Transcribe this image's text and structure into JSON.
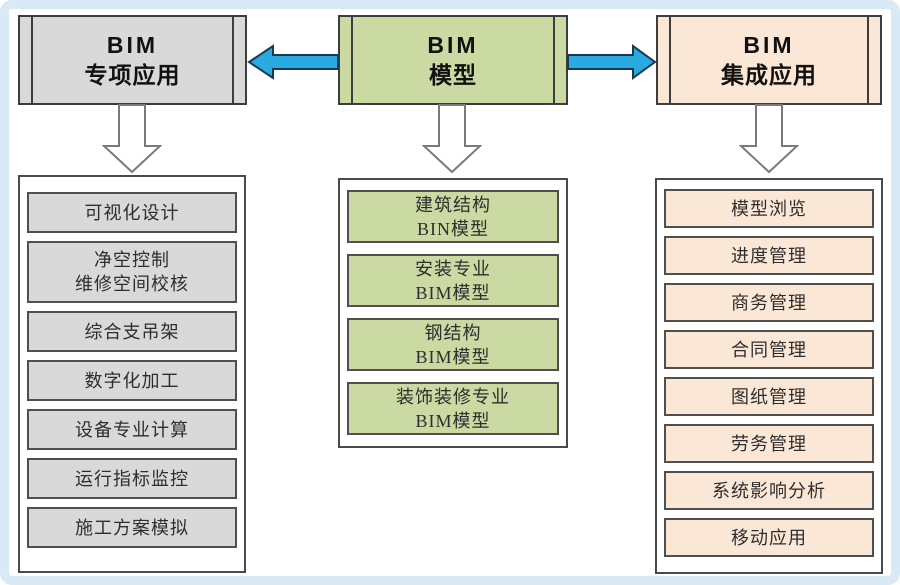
{
  "diagram": {
    "left": {
      "header": [
        "BIM",
        "专项应用"
      ],
      "items": [
        [
          "可视化设计"
        ],
        [
          "净空控制",
          "维修空间校核"
        ],
        [
          "综合支吊架"
        ],
        [
          "数字化加工"
        ],
        [
          "设备专业计算"
        ],
        [
          "运行指标监控"
        ],
        [
          "施工方案模拟"
        ]
      ]
    },
    "center": {
      "header": [
        "BIM",
        "模型"
      ],
      "items": [
        [
          "建筑结构",
          "BIN模型"
        ],
        [
          "安装专业",
          "BIM模型"
        ],
        [
          "钢结构",
          "BIM模型"
        ],
        [
          "装饰装修专业",
          "BIM模型"
        ]
      ]
    },
    "right": {
      "header": [
        "BIM",
        "集成应用"
      ],
      "items": [
        [
          "模型浏览"
        ],
        [
          "进度管理"
        ],
        [
          "商务管理"
        ],
        [
          "合同管理"
        ],
        [
          "图纸管理"
        ],
        [
          "劳务管理"
        ],
        [
          "系统影响分析"
        ],
        [
          "移动应用"
        ]
      ]
    },
    "colors": {
      "left_fill": "#d9d9d9",
      "center_fill": "#cbd9a2",
      "right_fill": "#fbe7d5",
      "arrow_blue": "#29abe2",
      "arrow_blue_outline": "#1b3a4f",
      "down_arrow_outline": "#7a7a7a",
      "frame_blue": "#d9eaf6",
      "box_border": "#3d3d3d"
    }
  }
}
